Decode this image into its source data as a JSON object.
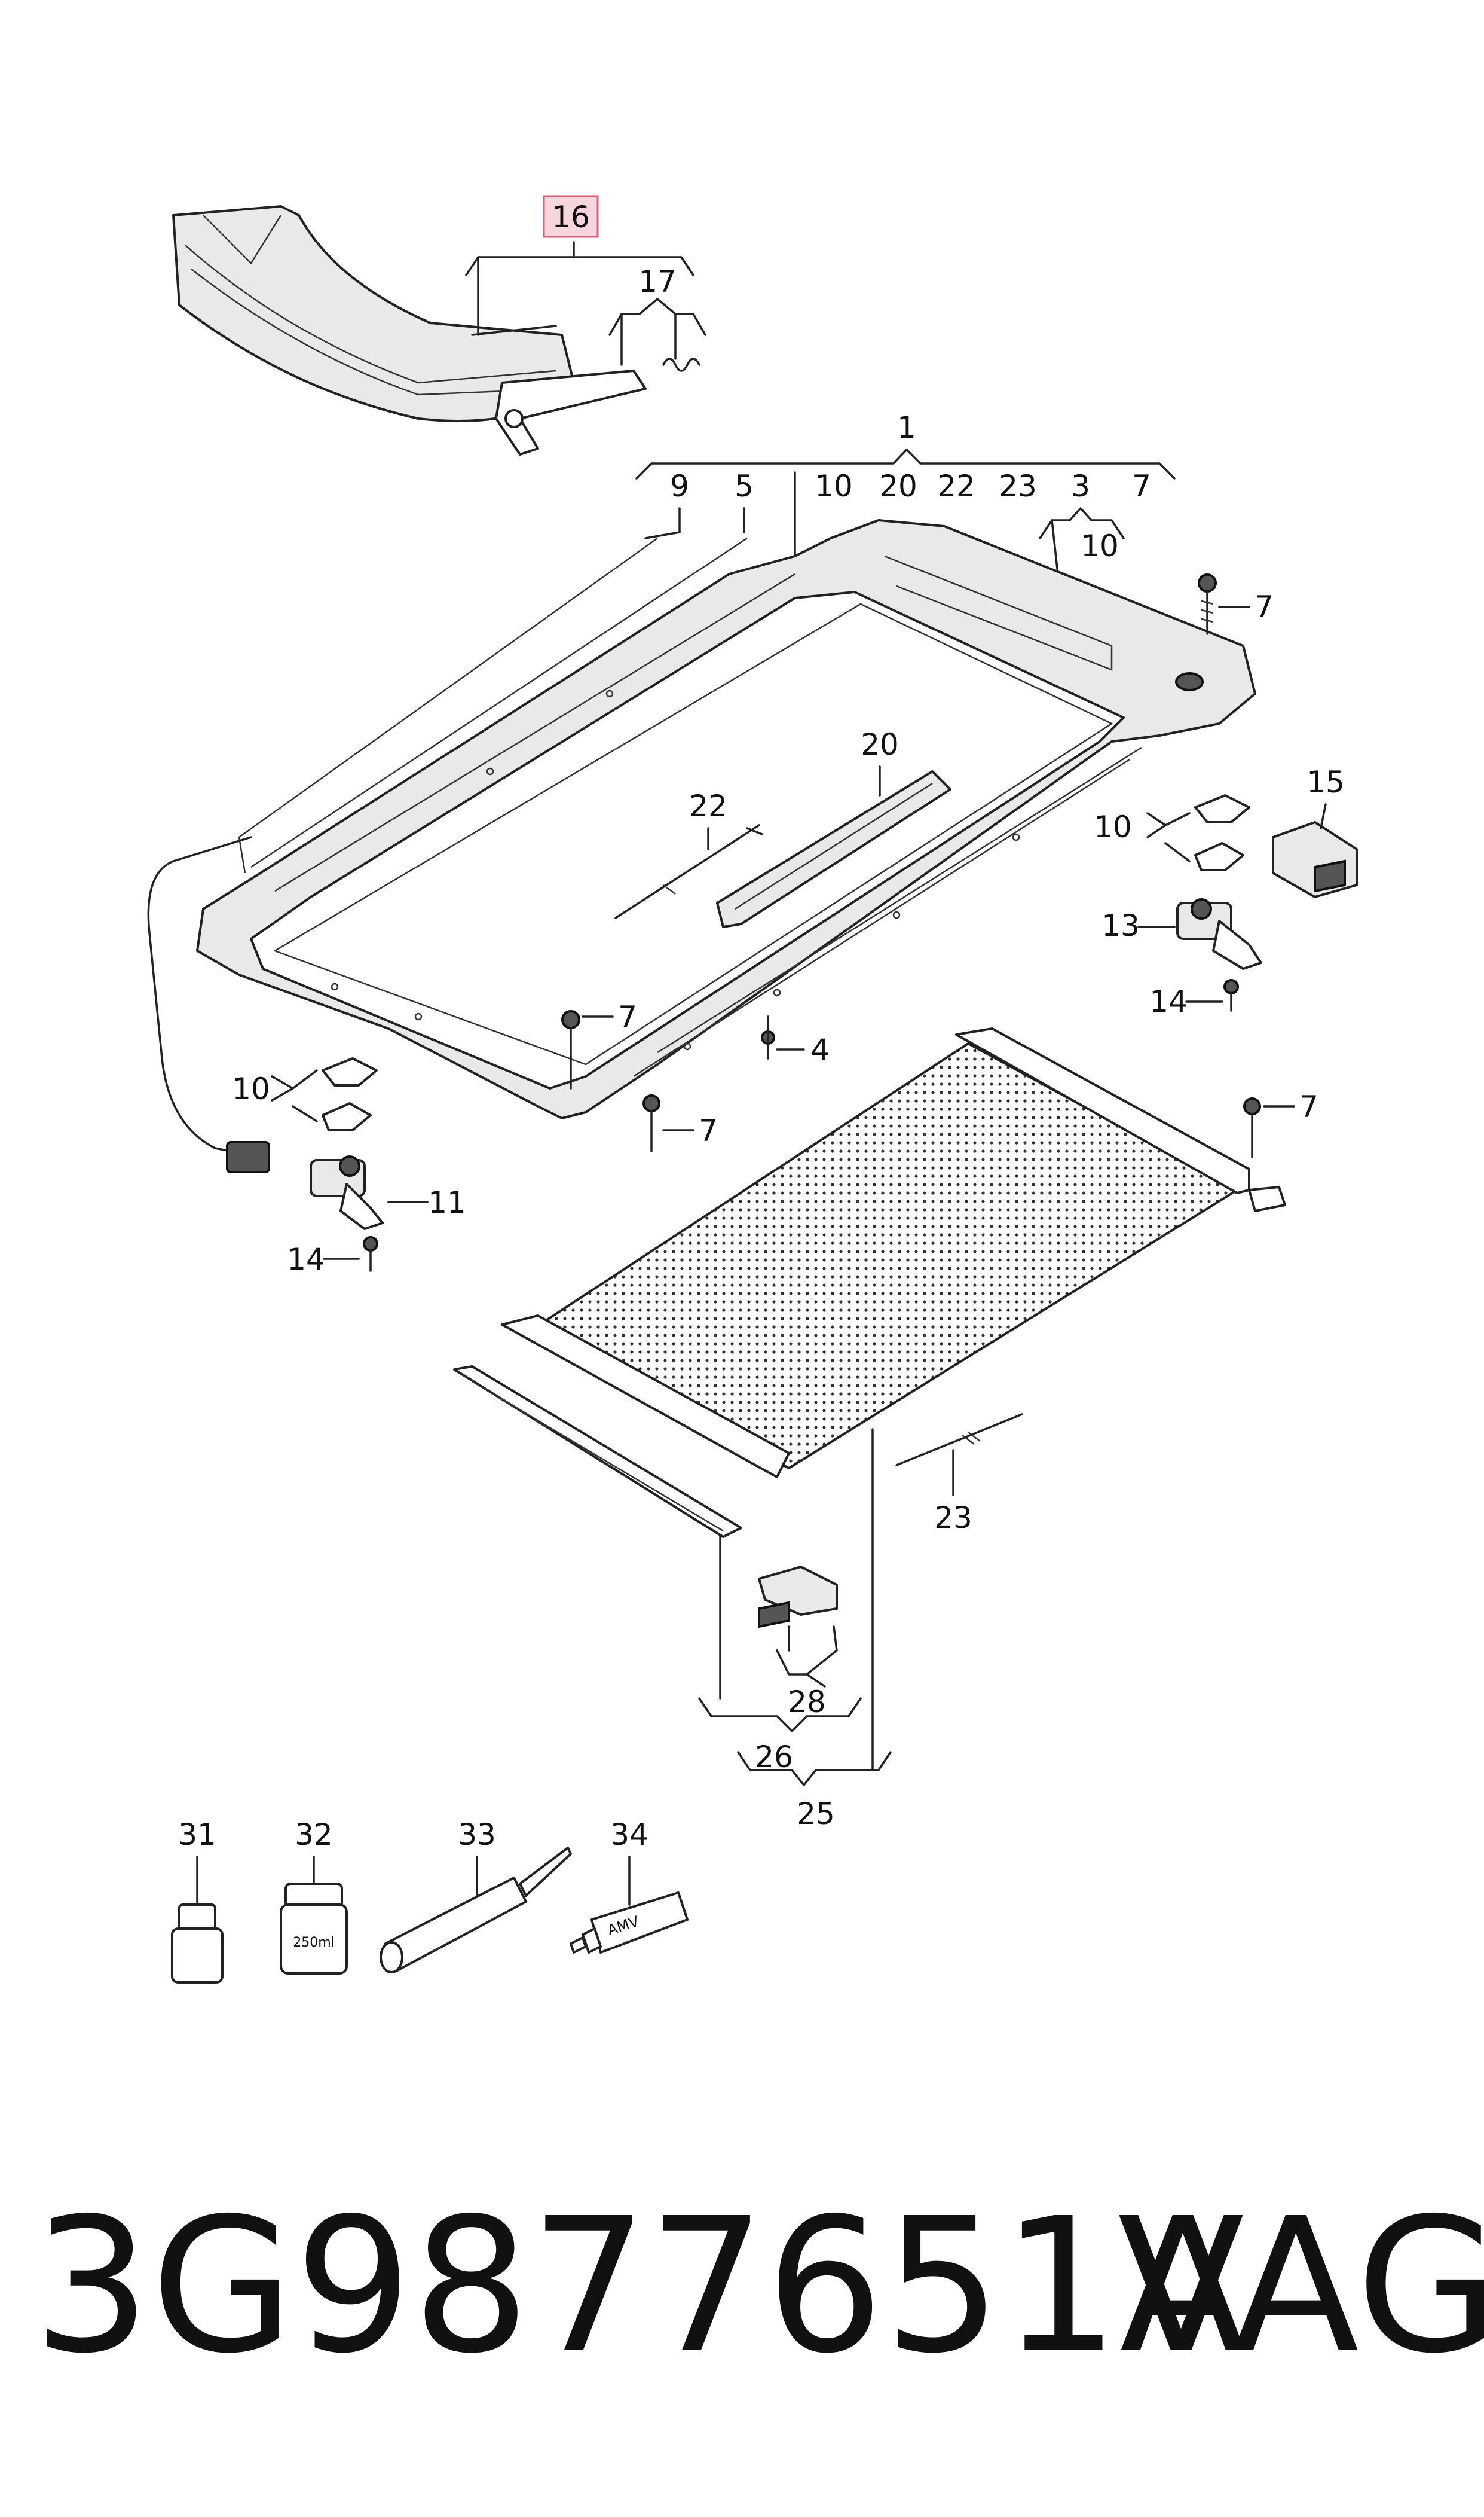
{
  "callouts": {
    "c16": "16",
    "c17": "17",
    "c1": "1",
    "c9": "9",
    "c5": "5",
    "c10a": "10",
    "c20a": "20",
    "c22a": "22",
    "c23a": "23",
    "c3": "3",
    "c7a": "7",
    "c10b": "10",
    "c7b": "7",
    "c15": "15",
    "c20": "20",
    "c22": "22",
    "c10c": "10",
    "c13": "13",
    "c14a": "14",
    "c7c": "7",
    "c4": "4",
    "c7d": "7",
    "c7e": "7",
    "c10d": "10",
    "c11": "11",
    "c14b": "14",
    "c23": "23",
    "c28": "28",
    "c26": "26",
    "c25": "25",
    "c31": "31",
    "c32": "32",
    "c33": "33",
    "c34": "34"
  },
  "container_labels": {
    "jar": "250ml",
    "tube": "AMV"
  },
  "part_number": "3G9877651A",
  "brand": "VAG",
  "colors": {
    "highlight_fill": "#f6d5dc",
    "highlight_stroke": "#d9607a",
    "ink": "#222222"
  }
}
